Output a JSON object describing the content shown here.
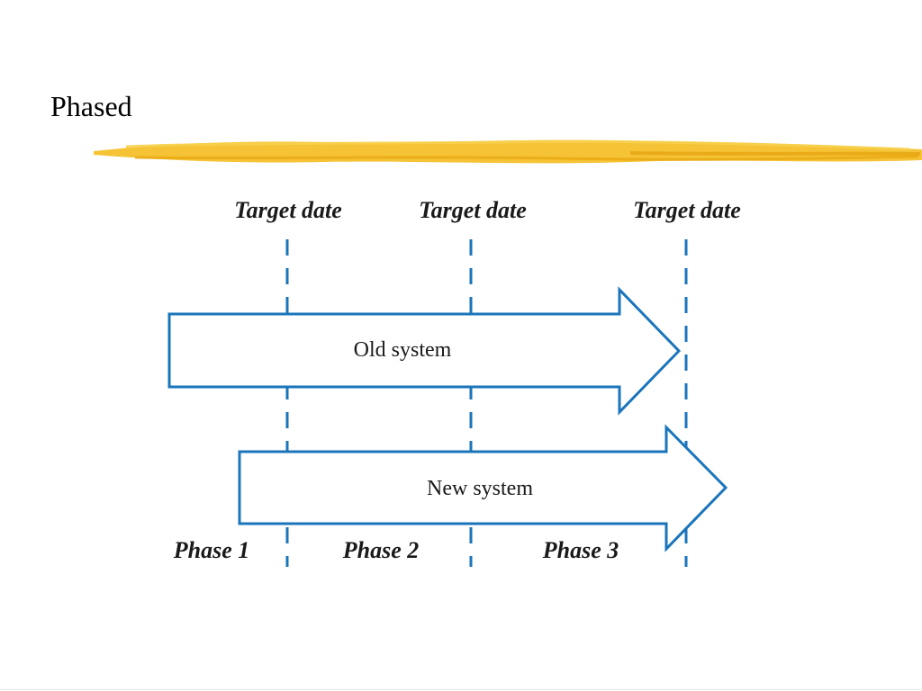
{
  "slide": {
    "title": "Phased"
  },
  "diagram": {
    "target_dates": [
      "Target date",
      "Target date",
      "Target date"
    ],
    "arrows": [
      {
        "label": "Old system"
      },
      {
        "label": "New system"
      }
    ],
    "phases": [
      "Phase 1",
      "Phase 2",
      "Phase 3"
    ],
    "colors": {
      "arrow_stroke": "#1b75bb",
      "dashed_line": "#1b75bb",
      "brush_stroke": "#f2b51c"
    }
  }
}
